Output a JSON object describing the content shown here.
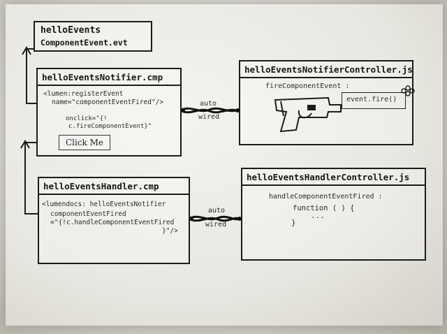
{
  "event_box": {
    "line1": "helloEvents",
    "line2": "ComponentEvent.evt"
  },
  "notifier_cmp": {
    "title": "helloEventsNotifier.cmp",
    "line1": "<lumen:registerEvent",
    "line2": "name=\"componentEventFired\"/>",
    "line3": "onclick=\"{!",
    "line4": "c.fireComponentEvent}\"",
    "button_label": "Click Me"
  },
  "notifier_controller": {
    "title": "helloEventsNotifierController.js",
    "line1": "fireComponentEvent :",
    "callout": "event.fire()"
  },
  "handler_cmp": {
    "title": "helloEventsHandler.cmp",
    "line1": "<lumendocs: helloEventsNotifier",
    "line2": "componentEventFired",
    "line3": "=\"{!c.handleComponentEventFired",
    "line4": "}\"/>"
  },
  "handler_controller": {
    "title": "helloEventsHandlerController.js",
    "line1": "handleComponentEventFired :",
    "line2": "function ( ) {",
    "line3": "}",
    "line4": "..."
  },
  "connector_top": {
    "line1": "auto",
    "line2": "wired"
  },
  "connector_bottom": {
    "line1": "auto",
    "line2": "wired"
  }
}
